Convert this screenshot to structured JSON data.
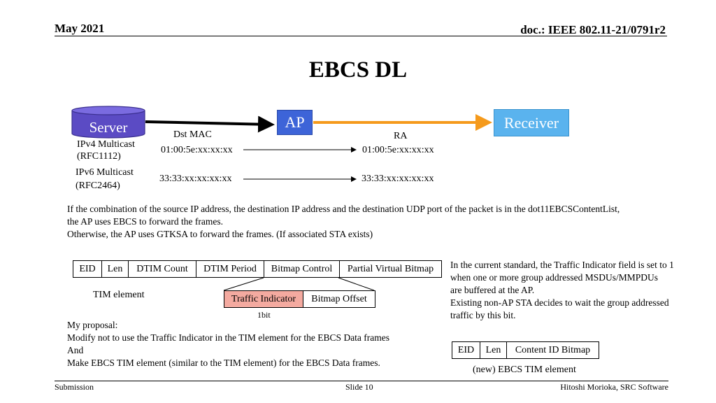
{
  "header": {
    "date": "May 2021",
    "doc_id": "doc.: IEEE 802.11-21/0791r2"
  },
  "title": "EBCS DL",
  "diagram": {
    "server_label": "Server",
    "ap_label": "AP",
    "receiver_label": "Receiver",
    "dst_mac_label": "Dst MAC",
    "ra_label": "RA",
    "ipv4": {
      "line1": "IPv4 Multicast",
      "line2": "(RFC1112)",
      "src": "01:00:5e:xx:xx:xx",
      "dst": "01:00:5e:xx:xx:xx"
    },
    "ipv6": {
      "line1": "IPv6 Multicast",
      "line2": "(RFC2464)",
      "src": "33:33:xx:xx:xx:xx",
      "dst": "33:33:xx:xx:xx:xx"
    },
    "colors": {
      "server": "#5b4bc4",
      "ap": "#3d64d8",
      "receiver": "#5ab3ee",
      "orange_arrow": "#f59a1c",
      "traffic_indicator": "#f4aaa0"
    }
  },
  "description": {
    "line1": "If the combination of the source IP address, the destination IP address and the destination UDP port of the packet is in the dot11EBCSContentList,",
    "line2": "the AP uses EBCS to forward the frames.",
    "line3": "Otherwise, the AP uses GTKSA to forward the frames. (If associated STA exists)"
  },
  "tim": {
    "fields": [
      "EID",
      "Len",
      "DTIM Count",
      "DTIM Period",
      "Bitmap Control",
      "Partial Virtual Bitmap"
    ],
    "label": "TIM element",
    "subfields": [
      "Traffic Indicator",
      "Bitmap Offset"
    ],
    "bit_label": "1bit"
  },
  "note": {
    "line1": "In the current standard, the Traffic Indicator field is set to 1",
    "line2": "when one or more group addressed MSDUs/MMPDUs",
    "line3": "are buffered at the AP.",
    "line4": "Existing non-AP STA decides to wait the group addressed",
    "line5": "traffic by this bit."
  },
  "proposal": {
    "line1": "My proposal:",
    "line2": "Modify not to use the Traffic Indicator in the TIM element for the EBCS Data frames",
    "line3": "And",
    "line4": "Make EBCS TIM element (similar to the TIM element) for the EBCS Data frames."
  },
  "ebcs_tim": {
    "fields": [
      "EID",
      "Len",
      "Content ID Bitmap"
    ],
    "label": "(new) EBCS TIM element"
  },
  "footer": {
    "left": "Submission",
    "center": "Slide 10",
    "right": "Hitoshi Morioka, SRC Software"
  }
}
